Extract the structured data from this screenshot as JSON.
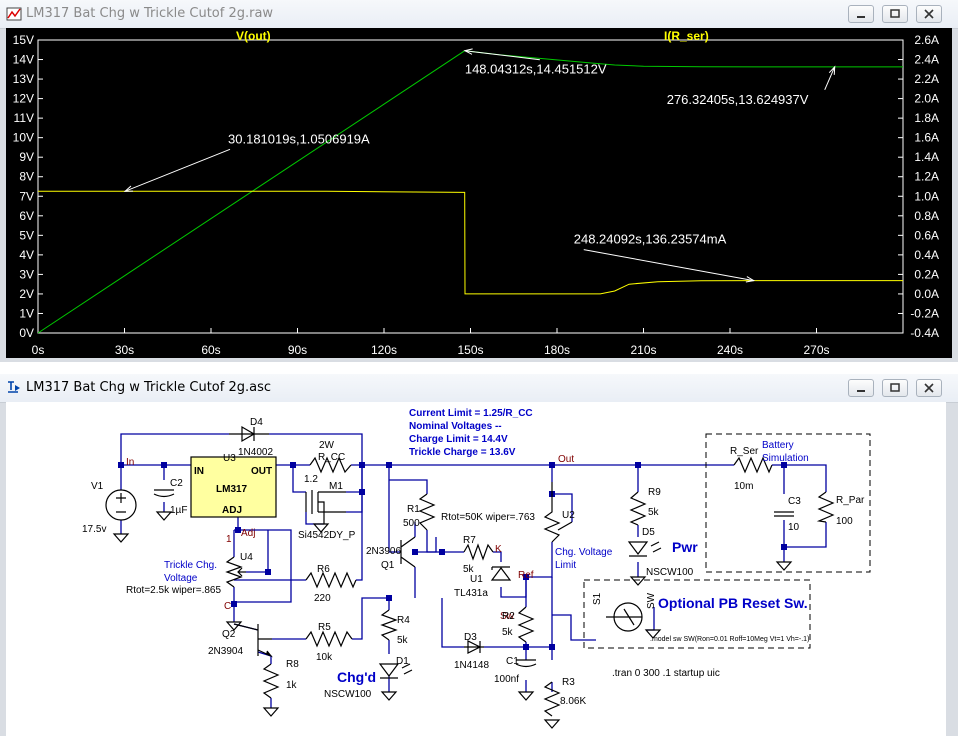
{
  "plot_window": {
    "title": "LM317 Bat Chg w Trickle Cutof 2g.raw",
    "buttons": [
      "minimize",
      "maximize",
      "close"
    ]
  },
  "schematic_window": {
    "title": "LM317 Bat Chg w Trickle Cutof 2g.asc",
    "buttons": [
      "minimize",
      "maximize",
      "close"
    ]
  },
  "colors": {
    "plot_bg": "#000000",
    "trace_vout": "#00c800",
    "trace_iser": "#ffff00",
    "axis_text": "#ffffff",
    "wire": "#0000a0",
    "component": "#0000ff",
    "label_text": "#000000",
    "netlabel": "#800000",
    "component_fill": "#ffffa0",
    "note_blue": "#0000c8"
  },
  "chart_data": {
    "type": "line",
    "title": "",
    "xlabel": "",
    "ylabel": "",
    "y2label": "",
    "x_ticks": [
      "0s",
      "30s",
      "60s",
      "90s",
      "120s",
      "150s",
      "180s",
      "210s",
      "240s",
      "270s"
    ],
    "y_ticks": [
      "0V",
      "1V",
      "2V",
      "3V",
      "4V",
      "5V",
      "6V",
      "7V",
      "8V",
      "9V",
      "10V",
      "11V",
      "12V",
      "13V",
      "14V",
      "15V"
    ],
    "y2_ticks": [
      "-0.4A",
      "-0.2A",
      "0.0A",
      "0.2A",
      "0.4A",
      "0.6A",
      "0.8A",
      "1.0A",
      "1.2A",
      "1.4A",
      "1.6A",
      "1.8A",
      "2.0A",
      "2.2A",
      "2.4A",
      "2.6A"
    ],
    "xlim": [
      0,
      300
    ],
    "ylim": [
      0,
      15
    ],
    "y2lim": [
      -0.4,
      2.6
    ],
    "grid": false,
    "series": [
      {
        "name": "V(out)",
        "axis": "left",
        "x": [
          0,
          148.04,
          160,
          175,
          190,
          200,
          210,
          230,
          250,
          276.32,
          300
        ],
        "y": [
          0,
          14.4515,
          14.25,
          14.05,
          13.85,
          13.72,
          13.66,
          13.63,
          13.625,
          13.6249,
          13.6249
        ]
      },
      {
        "name": "I(R_ser)",
        "axis": "right",
        "x": [
          0,
          30.18,
          100,
          148.0,
          148.1,
          195,
          200,
          205,
          215,
          230,
          248.24,
          300
        ],
        "y": [
          1.0507,
          1.0507,
          1.0507,
          1.04,
          0.0,
          0.0,
          0.03,
          0.1,
          0.125,
          0.134,
          0.1362,
          0.1362
        ]
      }
    ],
    "annotations": [
      {
        "text": "30.181019s,1.0506919A",
        "x": 30.18,
        "y": 1.0507,
        "axis": "right"
      },
      {
        "text": "148.04312s,14.451512V",
        "x": 148.04,
        "y": 14.4515,
        "axis": "left"
      },
      {
        "text": "276.32405s,13.624937V",
        "x": 276.32,
        "y": 13.6249,
        "axis": "left"
      },
      {
        "text": "248.24092s,136.23574mA",
        "x": 248.24,
        "y": 0.1362,
        "axis": "right"
      }
    ]
  },
  "schematic": {
    "notes": [
      "Current Limit = 1.25/R_CC",
      "Nominal Voltages --",
      "Charge Limit = 14.4V",
      "Trickle Charge = 13.6V"
    ],
    "nets": {
      "in": "In",
      "out": "Out",
      "adj": "Adj",
      "one": "1",
      "c": "C",
      "k": "K",
      "ref": "Ref",
      "sw": "Sw"
    },
    "labels": {
      "d4": "D4",
      "d4v": "1N4002",
      "u3": "U3",
      "lm317": "LM317",
      "pin_in": "IN",
      "pin_out": "OUT",
      "pin_adj": "ADJ",
      "w2": "2W",
      "rcc": "R_CC",
      "rccv": "1.2",
      "m1": "M1",
      "m1v": "Si4542DY_P",
      "v1": "V1",
      "v1v": "17.5v",
      "c2": "C2",
      "c2v": "1µF",
      "u4": "U4",
      "trickle": "Trickle Chg.",
      "voltage": "Voltage",
      "u4v": "Rtot=2.5k wiper=.865",
      "r6": "R6",
      "r6v": "220",
      "q2": "Q2",
      "q2v": "2N3904",
      "r8": "R8",
      "r8v": "1k",
      "r5": "R5",
      "r5v": "10k",
      "chgd": "Chg'd",
      "d1": "D1",
      "d1v": "NSCW100",
      "r4": "R4",
      "r4v": "5k",
      "q1": "Q1",
      "q1v": "2N3906",
      "r1": "R1",
      "r1v": "500",
      "u2v": "Rtot=50K wiper=.763",
      "r7": "R7",
      "r7v": "5k",
      "u1": "U1",
      "u1v": "TL431a",
      "d3": "D3",
      "d3v": "1N4148",
      "r2": "R2",
      "r2v": "5k",
      "c1": "C1",
      "c1v": "100nf",
      "r3": "R3",
      "r3v": "8.06K",
      "u2": "U2",
      "chgvl": "Chg. Voltage",
      "limit": "Limit",
      "r9": "R9",
      "r9v": "5k",
      "d5": "D5",
      "d5v": "NSCW100",
      "pwr": "Pwr",
      "rser": "R_Ser",
      "rserv": "10m",
      "batt1": "Battery",
      "batt2": "Simulation",
      "c3": "C3",
      "c3v": "10",
      "rpar": "R_Par",
      "rparv": "100",
      "s1": "S1",
      "sw": "SW",
      "pbreset": "Optional PB Reset Sw.",
      "model": ".model sw SW(Ron=0.01 Roff=10Meg Vt=1 Vh=-.1)",
      "tran": ".tran 0 300 .1 startup uic"
    }
  }
}
